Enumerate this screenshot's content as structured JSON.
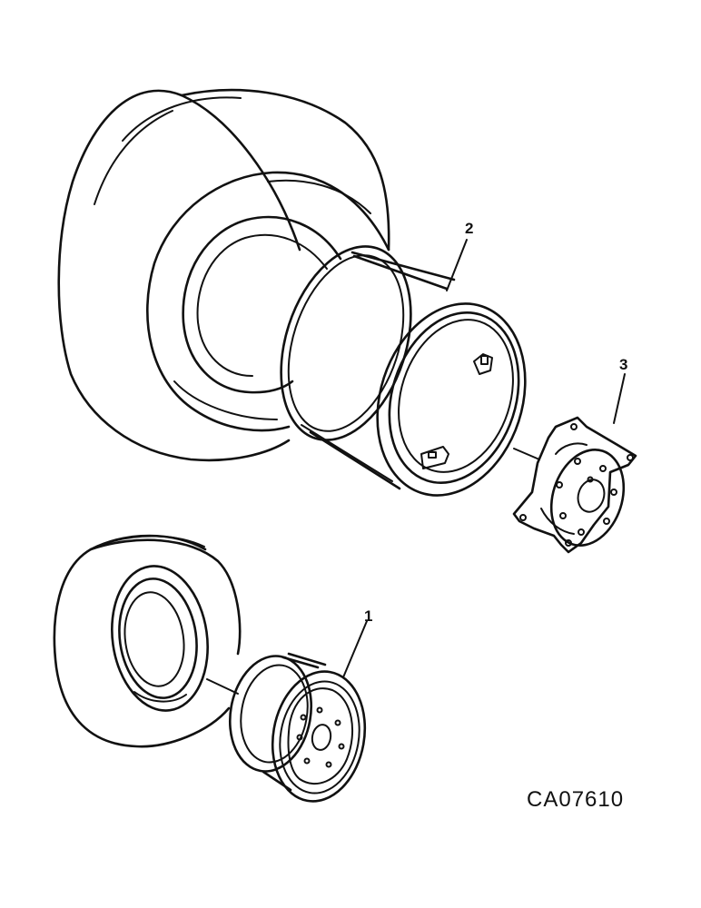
{
  "callouts": {
    "front_wheel": "1",
    "rear_rim": "2",
    "wheel_center": "3"
  },
  "drawing_code": "CA07610",
  "ink_color": "#111111",
  "paper_color": "#ffffff"
}
